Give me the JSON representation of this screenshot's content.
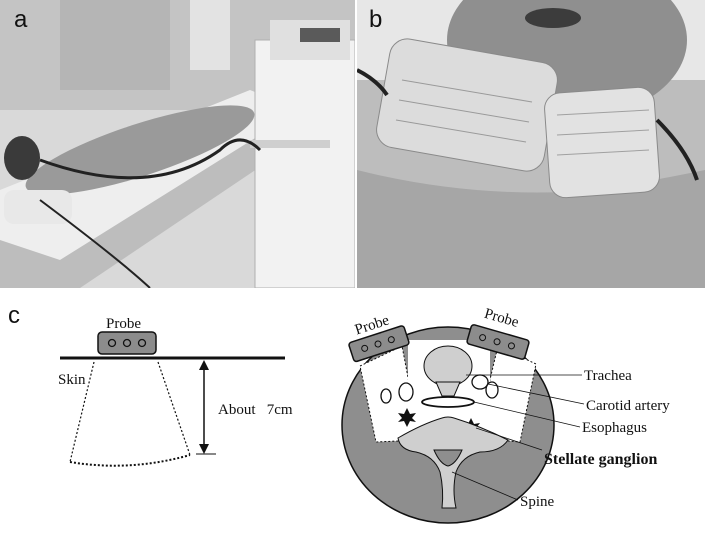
{
  "panels": {
    "a": {
      "label": "a"
    },
    "b": {
      "label": "b"
    },
    "c": {
      "label": "c"
    }
  },
  "left_diagram": {
    "probe": "Probe",
    "skin": "Skin",
    "depth": "About   7cm"
  },
  "right_diagram": {
    "probe_left": "Probe",
    "probe_right": "Probe",
    "trachea": "Trachea",
    "carotid": "Carotid artery",
    "esophagus": "Esophagus",
    "stellate": "Stellate ganglion",
    "spine": "Spine"
  }
}
